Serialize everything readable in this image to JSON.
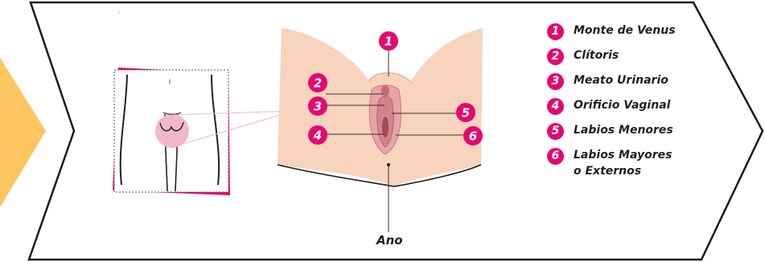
{
  "legend": [
    {
      "num": "1",
      "label": "Monte de Venus"
    },
    {
      "num": "2",
      "label": "Clítoris"
    },
    {
      "num": "3",
      "label": "Meato Urinario"
    },
    {
      "num": "4",
      "label": "Orificio Vaginal"
    },
    {
      "num": "5",
      "label": "Labios Menores"
    },
    {
      "num": "6",
      "label": "Labios Mayores\no Externos"
    }
  ],
  "markers": {
    "m1": "1",
    "m2": "2",
    "m3": "3",
    "m4": "4",
    "m5": "5",
    "m6": "6"
  },
  "anus_label": "Ano",
  "thumbnail_label": "l",
  "corner_mark": "'",
  "colors": {
    "accent_pink": "#e5086f",
    "skin": "#f8d3bd",
    "inner_pink": "#e8a3a6",
    "left_arrow_yellow": "#fcc55f",
    "outline": "#1a1a1a"
  }
}
